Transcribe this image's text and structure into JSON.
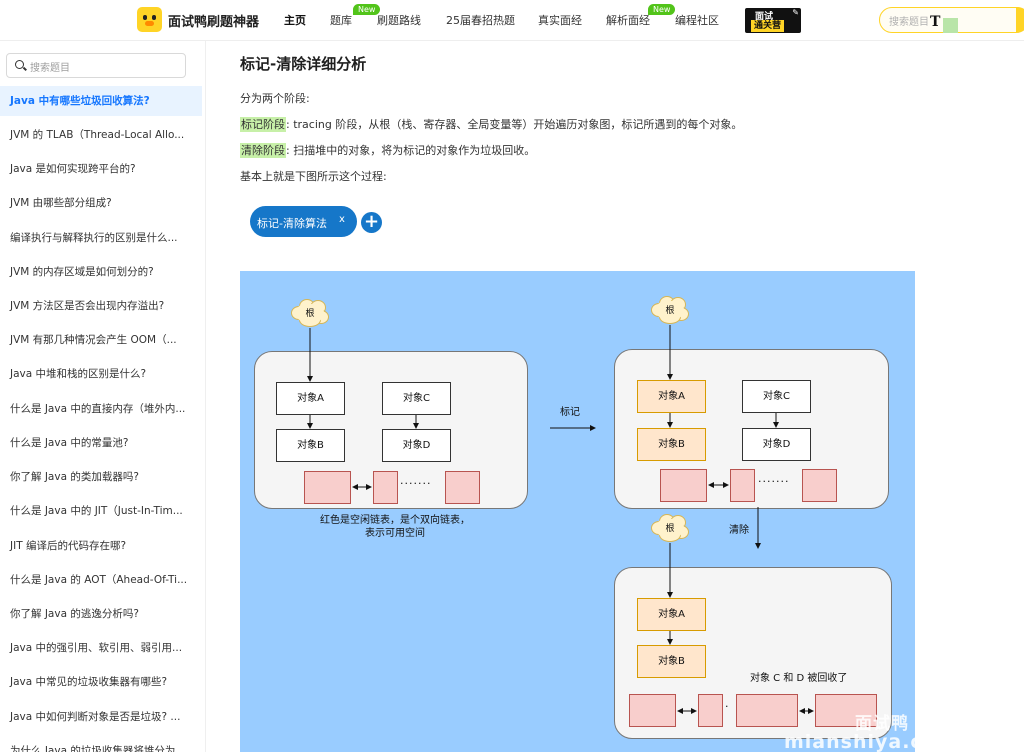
{
  "topnav": {
    "logo_text": "面试鸭刷题神器",
    "items": [
      "主页",
      "题库",
      "刷题路线",
      "25届春招热题",
      "真实面经",
      "解析面经",
      "编程社区"
    ],
    "new_badge": "New",
    "promo_line1": "面试",
    "promo_line2": "通关营",
    "search_placeholder": "搜索题目"
  },
  "sidebar": {
    "search_placeholder": "搜索题目",
    "items": [
      "Java 中有哪些垃圾回收算法?",
      "JVM 的 TLAB（Thread-Local Allo...",
      "Java 是如何实现跨平台的?",
      "JVM 由哪些部分组成?",
      "编译执行与解释执行的区别是什么...",
      "JVM 的内存区域是如何划分的?",
      "JVM 方法区是否会出现内存溢出?",
      "JVM 有那几种情况会产生 OOM（...",
      "Java 中堆和栈的区别是什么?",
      "什么是 Java 中的直接内存（堆外内...",
      "什么是 Java 中的常量池?",
      "你了解 Java 的类加载器吗?",
      "什么是 Java 中的 JIT（Just-In-Tim...",
      "JIT 编译后的代码存在哪?",
      "什么是 Java 的 AOT（Ahead-Of-Ti...",
      "你了解 Java 的逃逸分析吗?",
      "Java 中的强引用、软引用、弱引用...",
      "Java 中常见的垃圾收集器有哪些?",
      "Java 中如何判断对象是否是垃圾? ...",
      "为什么 Java 的垃圾收集器将堆分为..."
    ]
  },
  "main": {
    "title": "标记-清除详细分析",
    "p1": "分为两个阶段:",
    "p2_hl": "标记阶段",
    "p2_rest": ": tracing 阶段，从根（栈、寄存器、全局变量等）开始遍历对象图，标记所遇到的每个对象。",
    "p3_hl": "清除阶段",
    "p3_rest": ": 扫描堆中的对象，将为标记的对象作为垃圾回收。",
    "p4": "基本上就是下图所示这个过程:",
    "tag_label": "标记-清除算法",
    "tag_close": "x",
    "add_button": "+"
  },
  "diagram": {
    "root": "根",
    "obj_a": "对象A",
    "obj_b": "对象B",
    "obj_c": "对象C",
    "obj_d": "对象D",
    "mark_label": "标记",
    "sweep_label": "清除",
    "caption_line1": "红色是空闲链表，是个双向链表，",
    "caption_line2": "表示可用空间",
    "reclaimed_note": "对象 C 和 D 被回收了",
    "dots": "·······",
    "dots_short": "·",
    "watermark_cn": "面试鸭",
    "watermark_en": "mianshiya.com"
  }
}
